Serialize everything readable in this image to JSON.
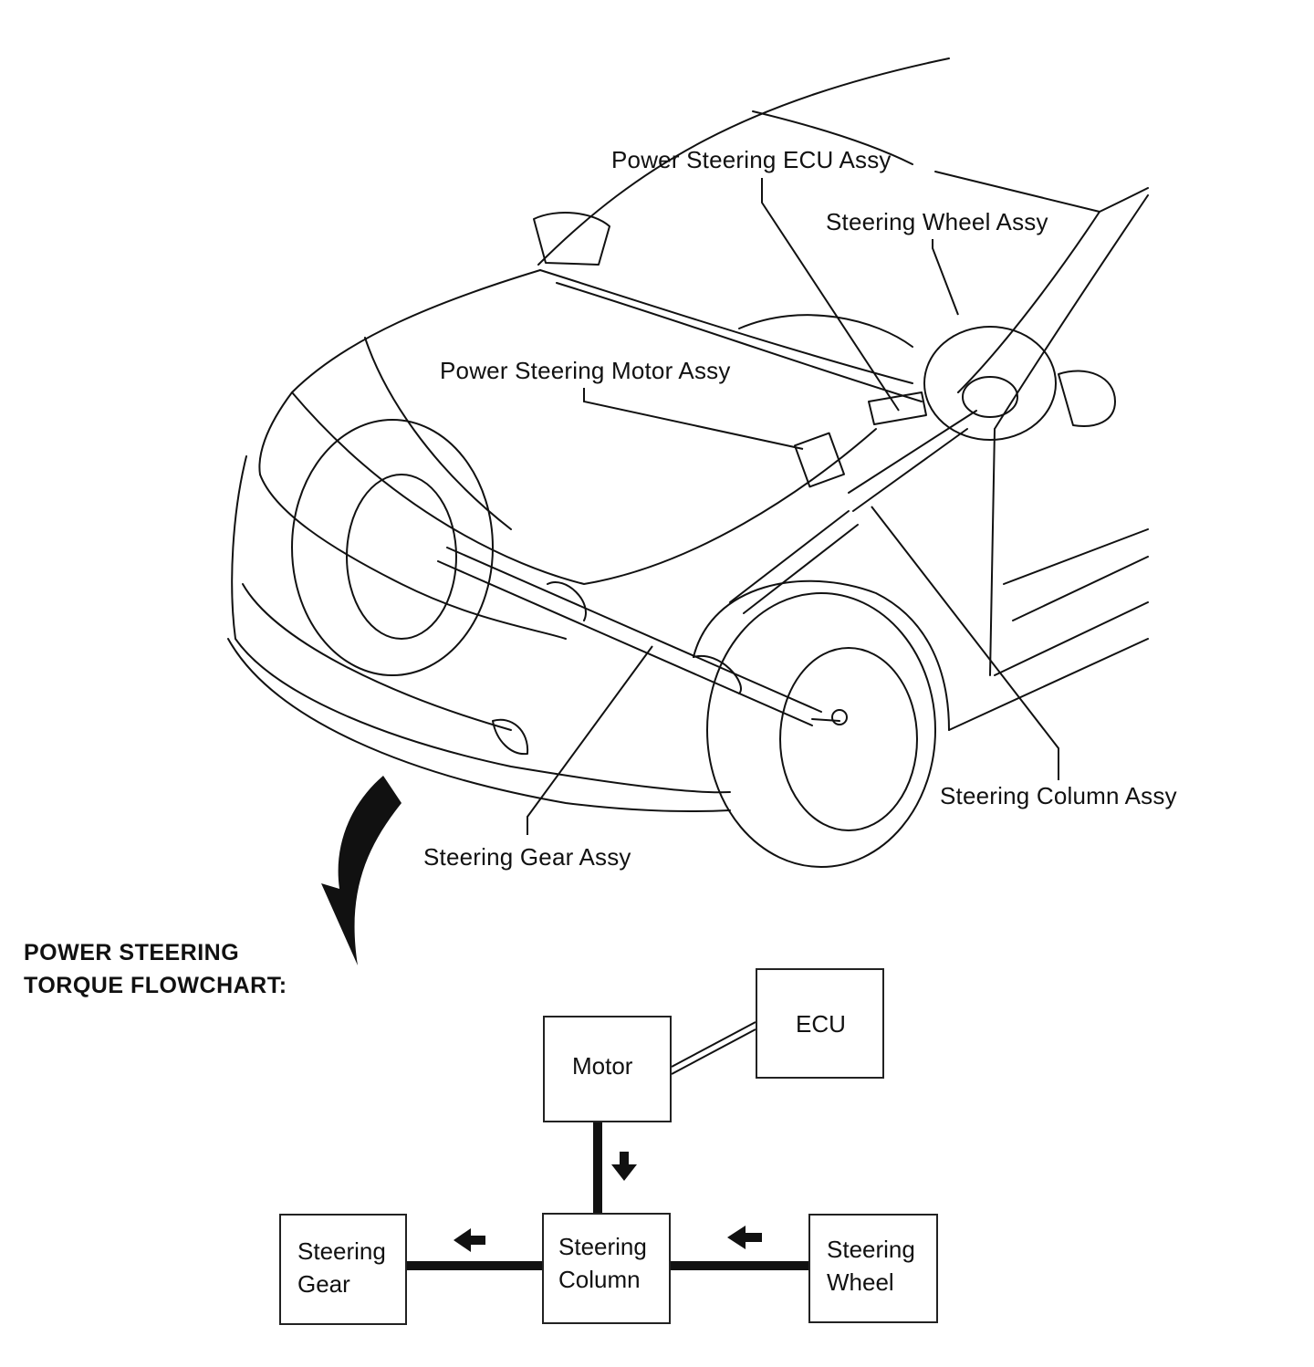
{
  "parts": {
    "ecu": "Power Steering ECU Assy",
    "wheel": "Steering Wheel Assy",
    "motor": "Power Steering Motor Assy",
    "column": "Steering Column Assy",
    "gear": "Steering Gear Assy"
  },
  "flowchart": {
    "heading_line1": "POWER STEERING",
    "heading_line2": "TORQUE FLOWCHART:",
    "nodes": {
      "motor": "Motor",
      "ecu": "ECU",
      "gear_line1": "Steering",
      "gear_line2": "Gear",
      "column_line1": "Steering",
      "column_line2": "Column",
      "wheel_line1": "Steering",
      "wheel_line2": "Wheel"
    },
    "torque_flow": [
      "Steering Wheel",
      "Steering Column",
      "Steering Gear"
    ],
    "motor_torque_to": "Steering Column",
    "ecu_connected_to": "Motor"
  }
}
